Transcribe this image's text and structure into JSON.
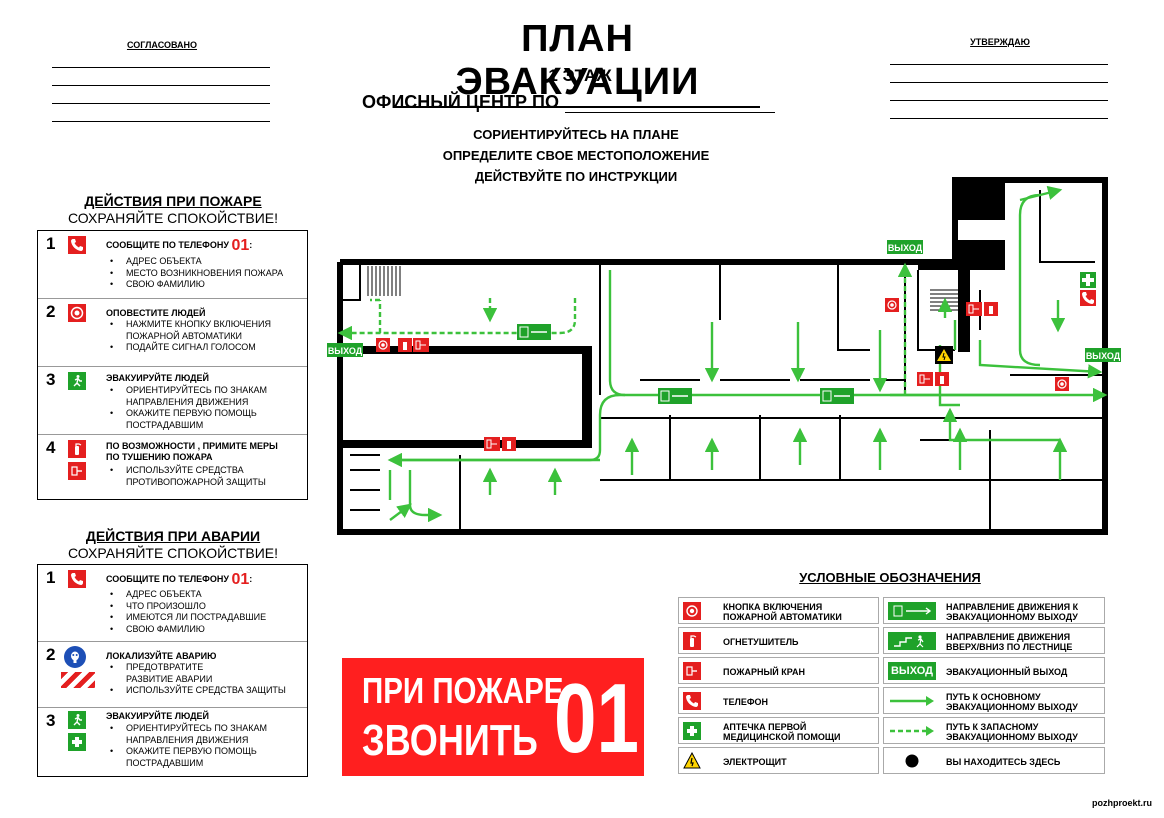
{
  "header": {
    "title": "ПЛАН ЭВАКУАЦИИ",
    "floor": "1 ЭТАЖ",
    "office": "ОФИСНЫЙ ЦЕНТР ПО",
    "instructions": [
      "СОРИЕНТИРУЙТЕСЬ НА ПЛАНЕ",
      "ОПРЕДЕЛИТЕ СВОЕ МЕСТОПОЛОЖЕНИЕ",
      "ДЕЙСТВУЙТЕ ПО ИНСТРУКЦИИ"
    ],
    "agreed_label": "СОГЛАСОВАНО",
    "approve_label": "УТВЕРЖДАЮ"
  },
  "fire": {
    "title": "ДЕЙСТВИЯ ПРИ ПОЖАРЕ",
    "subtitle": "СОХРАНЯЙТЕ СПОКОЙСТВИЕ!",
    "steps": [
      {
        "num": "1",
        "head": "СООБЩИТЕ ПО ТЕЛЕФОНУ",
        "phone": "01",
        "head_suffix": ":",
        "items": [
          "АДРЕС ОБЪЕКТА",
          "МЕСТО ВОЗНИКНОВЕНИЯ ПОЖАРА",
          "СВОЮ ФАМИЛИЮ"
        ]
      },
      {
        "num": "2",
        "head": "ОПОВЕСТИТЕ ЛЮДЕЙ",
        "items": [
          "НАЖМИТЕ КНОПКУ ВКЛЮЧЕНИЯ ПОЖАРНОЙ АВТОМАТИКИ",
          "ПОДАЙТЕ СИГНАЛ ГОЛОСОМ"
        ]
      },
      {
        "num": "3",
        "head": "ЭВАКУИРУЙТЕ ЛЮДЕЙ",
        "items": [
          "ОРИЕНТИРУЙТЕСЬ ПО ЗНАКАМ НАПРАВЛЕНИЯ ДВИЖЕНИЯ",
          "ОКАЖИТЕ ПЕРВУЮ ПОМОЩЬ ПОСТРАДАВШИМ"
        ]
      },
      {
        "num": "4",
        "head": "ПО ВОЗМОЖНОСТИ , ПРИМИТЕ МЕРЫ ПО ТУШЕНИЮ ПОЖАРА",
        "items": [
          "ИСПОЛЬЗУЙТЕ СРЕДСТВА ПРОТИВОПОЖАРНОЙ ЗАЩИТЫ"
        ]
      }
    ]
  },
  "accident": {
    "title": "ДЕЙСТВИЯ ПРИ АВАРИИ",
    "subtitle": "СОХРАНЯЙТЕ СПОКОЙСТВИЕ!",
    "steps": [
      {
        "num": "1",
        "head": "СООБЩИТЕ ПО ТЕЛЕФОНУ",
        "phone": "01",
        "head_suffix": ":",
        "items": [
          "АДРЕС ОБЪЕКТА",
          "ЧТО ПРОИЗОШЛО",
          "ИМЕЮТСЯ ЛИ ПОСТРАДАВШИЕ",
          "СВОЮ ФАМИЛИЮ"
        ]
      },
      {
        "num": "2",
        "head": "ЛОКАЛИЗУЙТЕ АВАРИЮ",
        "items": [
          "ПРЕДОТВРАТИТЕ РАЗВИТИЕ АВАРИИ",
          "ИСПОЛЬЗУЙТЕ СРЕДСТВА ЗАЩИТЫ"
        ]
      },
      {
        "num": "3",
        "head": "ЭВАКУИРУЙТЕ ЛЮДЕЙ",
        "items": [
          "ОРИЕНТИРУЙТЕСЬ ПО ЗНАКАМ НАПРАВЛЕНИЯ ДВИЖЕНИЯ",
          "ОКАЖИТЕ ПЕРВУЮ ПОМОЩЬ ПОСТРАДАВШИМ"
        ]
      }
    ]
  },
  "banner": {
    "line1": "ПРИ ПОЖАРЕ",
    "line2": "ЗВОНИТЬ",
    "number": "01"
  },
  "map": {
    "exit_label": "ВЫХОД"
  },
  "legend": {
    "title": "УСЛОВНЫЕ ОБОЗНАЧЕНИЯ",
    "left": [
      {
        "icon": "fire-alarm-button-icon",
        "text": "КНОПКА ВКЛЮЧЕНИЯ ПОЖАРНОЙ АВТОМАТИКИ"
      },
      {
        "icon": "extinguisher-icon",
        "text": "ОГНЕТУШИТЕЛЬ"
      },
      {
        "icon": "fire-hydrant-icon",
        "text": "ПОЖАРНЫЙ КРАН"
      },
      {
        "icon": "phone-icon",
        "text": "ТЕЛЕФОН"
      },
      {
        "icon": "first-aid-icon",
        "text": "АПТЕЧКА ПЕРВОЙ МЕДИЦИНСКОЙ ПОМОЩИ"
      },
      {
        "icon": "electrical-panel-icon",
        "text": "ЭЛЕКТРОЩИТ"
      }
    ],
    "right": [
      {
        "icon": "evacuation-direction-icon",
        "text": "НАПРАВЛЕНИЕ ДВИЖЕНИЯ К ЭВАКУАЦИОННОМУ ВЫХОДУ"
      },
      {
        "icon": "stairs-direction-icon",
        "text": "НАПРАВЛЕНИЕ ДВИЖЕНИЯ ВВЕРХ/ВНИЗ ПО ЛЕСТНИЦЕ"
      },
      {
        "icon": "exit-sign-icon",
        "text": "ЭВАКУАЦИОННЫЙ ВЫХОД"
      },
      {
        "icon": "main-path-arrow-icon",
        "text": "ПУТЬ К ОСНОВНОМУ ЭВАКУАЦИОННОМУ ВЫХОДУ"
      },
      {
        "icon": "reserve-path-arrow-icon",
        "text": "ПУТЬ К ЗАПАСНОМУ ЭВАКУАЦИОННОМУ ВЫХОДУ"
      },
      {
        "icon": "you-are-here-icon",
        "text": "ВЫ НАХОДИТЕСЬ ЗДЕСЬ"
      }
    ]
  },
  "credit": "pozhproekt.ru",
  "colors": {
    "red": "#e41f1f",
    "green": "#1fa22a",
    "path": "#3cc13c",
    "blue": "#1d4fb6"
  }
}
